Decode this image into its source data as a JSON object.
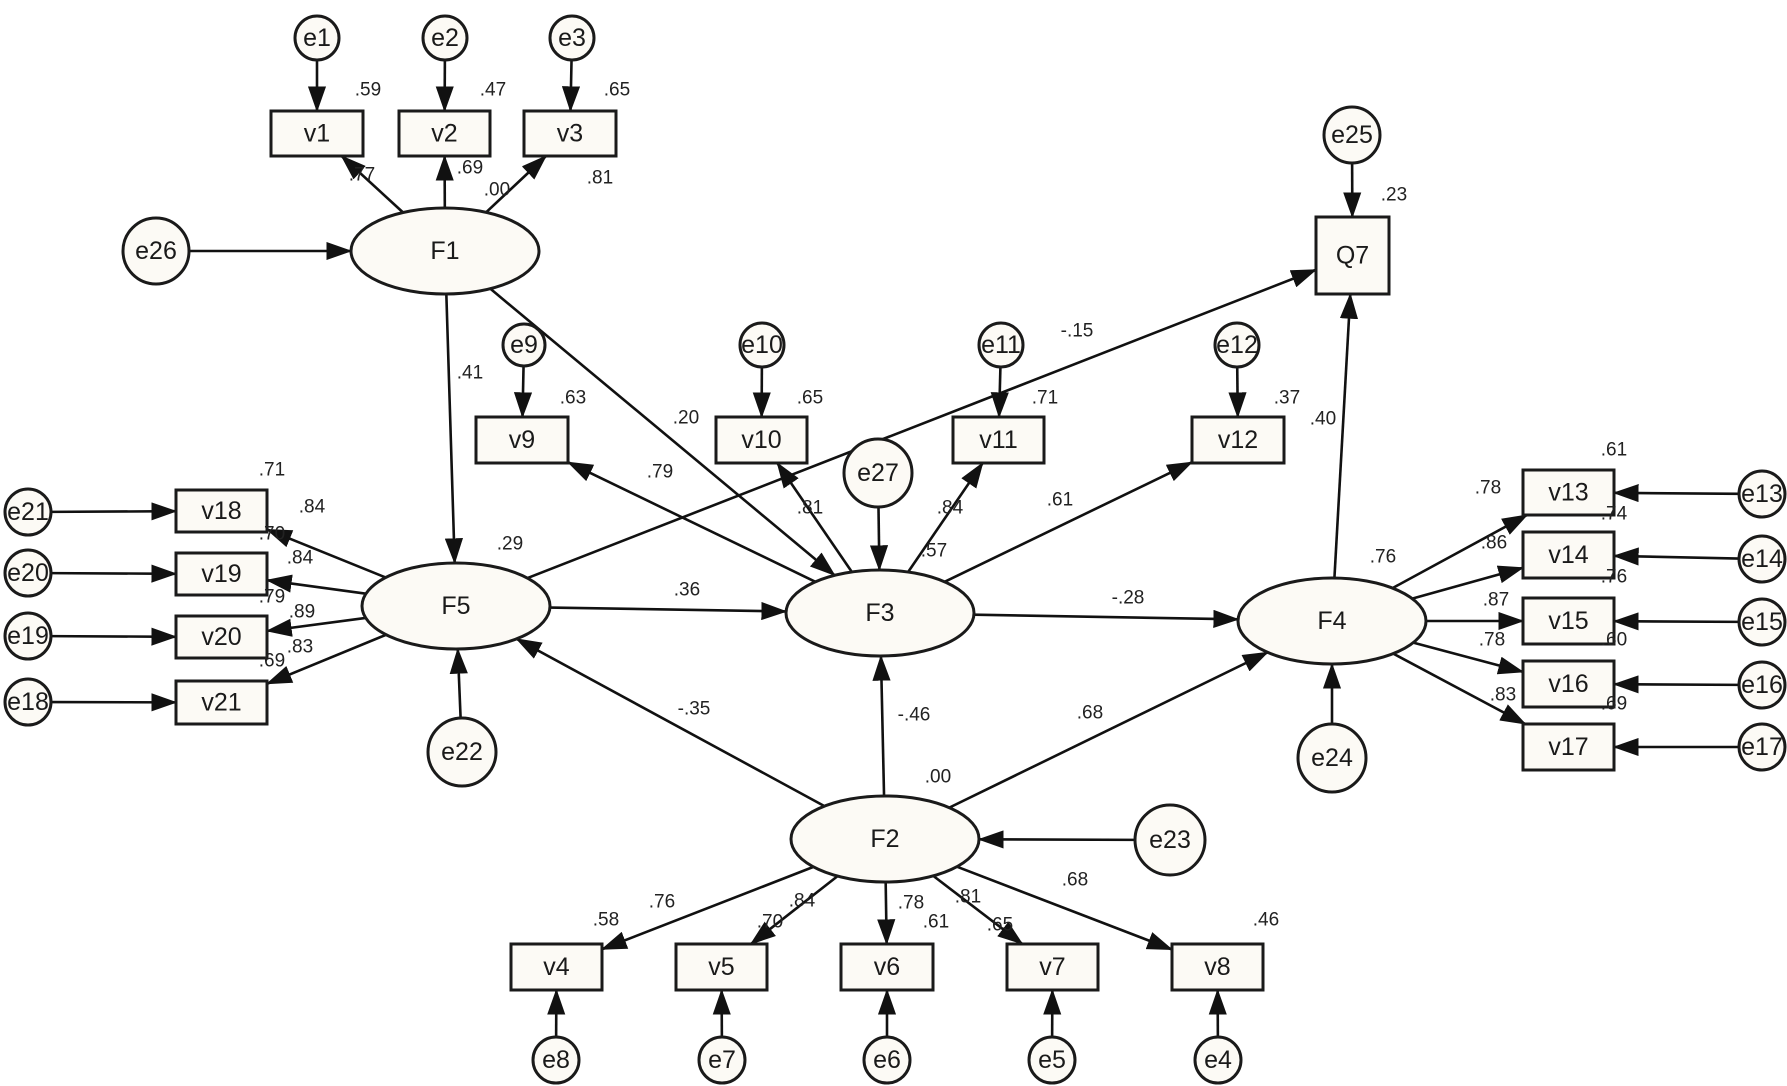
{
  "diagram": {
    "type": "structural-equation-model",
    "latent_factors": [
      {
        "id": "F1",
        "label": "F1",
        "r2": ".00"
      },
      {
        "id": "F2",
        "label": "F2",
        "r2": ".00"
      },
      {
        "id": "F3",
        "label": "F3",
        "r2": ".57"
      },
      {
        "id": "F4",
        "label": "F4",
        "r2": ".76"
      },
      {
        "id": "F5",
        "label": "F5",
        "r2": ".29"
      }
    ],
    "observed": [
      {
        "id": "v1",
        "label": "v1",
        "r2": ".59",
        "error": "e1"
      },
      {
        "id": "v2",
        "label": "v2",
        "r2": ".47",
        "error": "e2"
      },
      {
        "id": "v3",
        "label": "v3",
        "r2": ".65",
        "error": "e3"
      },
      {
        "id": "v4",
        "label": "v4",
        "r2": ".58",
        "error": "e8"
      },
      {
        "id": "v5",
        "label": "v5",
        "r2": ".70",
        "error": "e7"
      },
      {
        "id": "v6",
        "label": "v6",
        "r2": ".61",
        "error": "e6"
      },
      {
        "id": "v7",
        "label": "v7",
        "r2": ".65",
        "error": "e5"
      },
      {
        "id": "v8",
        "label": "v8",
        "r2": ".46",
        "error": "e4"
      },
      {
        "id": "v9",
        "label": "v9",
        "r2": ".63",
        "error": "e9"
      },
      {
        "id": "v10",
        "label": "v10",
        "r2": ".65",
        "error": "e10"
      },
      {
        "id": "v11",
        "label": "v11",
        "r2": ".71",
        "error": "e11"
      },
      {
        "id": "v12",
        "label": "v12",
        "r2": ".37",
        "error": "e12"
      },
      {
        "id": "v13",
        "label": "v13",
        "r2": ".61",
        "error": "e13"
      },
      {
        "id": "v14",
        "label": "v14",
        "r2": ".74",
        "error": "e14"
      },
      {
        "id": "v15",
        "label": "v15",
        "r2": ".76",
        "error": "e15"
      },
      {
        "id": "v16",
        "label": "v16",
        "r2": ".60",
        "error": "e16"
      },
      {
        "id": "v17",
        "label": "v17",
        "r2": ".69",
        "error": "e17"
      },
      {
        "id": "v18",
        "label": "v18",
        "r2": ".71",
        "error": "e21"
      },
      {
        "id": "v19",
        "label": "v19",
        "r2": ".70",
        "error": "e20"
      },
      {
        "id": "v20",
        "label": "v20",
        "r2": ".79",
        "error": "e19"
      },
      {
        "id": "v21",
        "label": "v21",
        "r2": ".69",
        "error": "e18"
      },
      {
        "id": "Q7",
        "label": "Q7",
        "r2": ".23",
        "error": "e25"
      }
    ],
    "errors": [
      "e1",
      "e2",
      "e3",
      "e4",
      "e5",
      "e6",
      "e7",
      "e8",
      "e9",
      "e10",
      "e11",
      "e12",
      "e13",
      "e14",
      "e15",
      "e16",
      "e17",
      "e18",
      "e19",
      "e20",
      "e21",
      "e22",
      "e23",
      "e24",
      "e25",
      "e26",
      "e27"
    ],
    "paths": [
      {
        "from": "F1",
        "to": "v1",
        "coef": ".77"
      },
      {
        "from": "F1",
        "to": "v2",
        "coef": ".69"
      },
      {
        "from": "F1",
        "to": "v3",
        "coef": ".81"
      },
      {
        "from": "F1",
        "to": "F5",
        "coef": ".41"
      },
      {
        "from": "F1",
        "to": "F3",
        "coef": ".20"
      },
      {
        "from": "F5",
        "to": "v18",
        "coef": ".84"
      },
      {
        "from": "F5",
        "to": "v19",
        "coef": ".84"
      },
      {
        "from": "F5",
        "to": "v20",
        "coef": ".89"
      },
      {
        "from": "F5",
        "to": "v21",
        "coef": ".83"
      },
      {
        "from": "F5",
        "to": "F3",
        "coef": ".36"
      },
      {
        "from": "F5",
        "to": "Q7",
        "coef": "-.15"
      },
      {
        "from": "F3",
        "to": "v9",
        "coef": ".79"
      },
      {
        "from": "F3",
        "to": "v10",
        "coef": ".81"
      },
      {
        "from": "F3",
        "to": "v11",
        "coef": ".84"
      },
      {
        "from": "F3",
        "to": "v12",
        "coef": ".61"
      },
      {
        "from": "F3",
        "to": "F4",
        "coef": "-.28"
      },
      {
        "from": "F2",
        "to": "F5",
        "coef": "-.35"
      },
      {
        "from": "F2",
        "to": "F3",
        "coef": "-.46"
      },
      {
        "from": "F2",
        "to": "F4",
        "coef": ".68"
      },
      {
        "from": "F2",
        "to": "v4",
        "coef": ".76"
      },
      {
        "from": "F2",
        "to": "v5",
        "coef": ".84"
      },
      {
        "from": "F2",
        "to": "v6",
        "coef": ".78"
      },
      {
        "from": "F2",
        "to": "v7",
        "coef": ".81"
      },
      {
        "from": "F2",
        "to": "v8",
        "coef": ".68"
      },
      {
        "from": "F4",
        "to": "Q7",
        "coef": ".40"
      },
      {
        "from": "F4",
        "to": "v13",
        "coef": ".78"
      },
      {
        "from": "F4",
        "to": "v14",
        "coef": ".86"
      },
      {
        "from": "F4",
        "to": "v15",
        "coef": ".87"
      },
      {
        "from": "F4",
        "to": "v16",
        "coef": ".78"
      },
      {
        "from": "F4",
        "to": "v17",
        "coef": ".83"
      }
    ],
    "disturbances": [
      {
        "from": "e26",
        "to": "F1"
      },
      {
        "from": "e22",
        "to": "F5"
      },
      {
        "from": "e27",
        "to": "F3"
      },
      {
        "from": "e24",
        "to": "F4"
      },
      {
        "from": "e23",
        "to": "F2"
      }
    ]
  }
}
